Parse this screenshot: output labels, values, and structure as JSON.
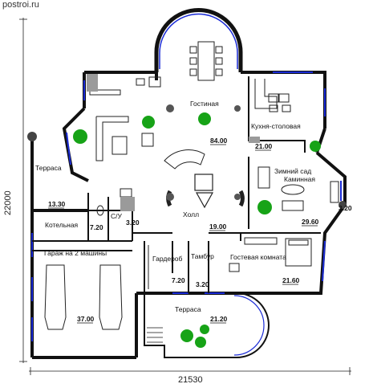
{
  "site": "postroi.ru",
  "dimensions": {
    "width": "21530",
    "height": "22000"
  },
  "rooms": {
    "living": "Гостиная",
    "kitchen": "Кухня-столовая",
    "terrace_left": "Терраса",
    "winter_garden_1": "Зимний сад",
    "winter_garden_2": "Каминная",
    "hall": "Холл",
    "boiler": "Котельная",
    "wc": "С/У",
    "garage": "Гараж на 2 машины",
    "wardrobe": "Гардероб",
    "vestibule": "Тамбур",
    "guest": "Гостевая комната",
    "terrace_bottom": "Терраса"
  },
  "areas": {
    "living": "84.00",
    "kitchen": "21.00",
    "terrace_left": "13.30",
    "boiler": "7.20",
    "wc": "3.20",
    "hall": "19.00",
    "winter_garden": "29.60",
    "bay_right": "3.20",
    "garage": "37.00",
    "wardrobe": "7.20",
    "vestibule": "3.20",
    "guest": "21.60",
    "terrace_bottom": "21.20"
  },
  "colors": {
    "wall": "#111111",
    "window": "#1a2bd6",
    "plant": "#17a317",
    "wall_fill": "#9a9a9a"
  }
}
